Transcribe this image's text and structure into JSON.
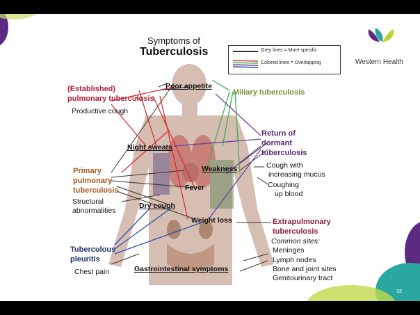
{
  "slide": {
    "title_line1": "Symptoms of",
    "title_line2": "Tuberculosis",
    "slide_number": "13"
  },
  "brand": {
    "name": "Western Health",
    "colors": {
      "purple": "#5b2b82",
      "teal": "#2aa8a0",
      "lime": "#b7d433"
    }
  },
  "legend": {
    "grey_label": "Grey lines = More specific",
    "colored_label": "Colored lines = Overlapping"
  },
  "left_labels": {
    "established_1": "(Established)",
    "established_2": "pulmonary tuberculosis",
    "productive_cough": "Productive cough",
    "primary_1": "Primary",
    "primary_2": "pulmonary",
    "primary_3": "tuberculosis",
    "structural_1": "Structural",
    "structural_2": "abnormalities",
    "pleuritis_1": "Tuberculous",
    "pleuritis_2": "pleuritis",
    "chest_pain": "Chest pain"
  },
  "symptoms": {
    "poor_appetite": "Poor appetite",
    "night_sweats": "Night sweats",
    "weakness": "Weakness",
    "fever": "Fever",
    "dry_cough": "Dry cough",
    "weight_loss": "Weight loss",
    "gi": "Gastrointestinal symptoms"
  },
  "right_labels": {
    "miliary": "Miliary tuberculosis",
    "return_1": "Return of",
    "return_2": "dormant",
    "return_3": "tuberculosis",
    "cough_mucus_1": "Cough with",
    "cough_mucus_2": "increasing mucus",
    "coughing_blood_1": "Coughing",
    "coughing_blood_2": "up blood",
    "extra_1": "Extrapulmonary",
    "extra_2": "tuberculosis",
    "common_sites": "Common sites:",
    "sites": [
      "Meninges",
      "Lymph nodes",
      "Bone and joint sites",
      "Genitourinary tract"
    ]
  }
}
